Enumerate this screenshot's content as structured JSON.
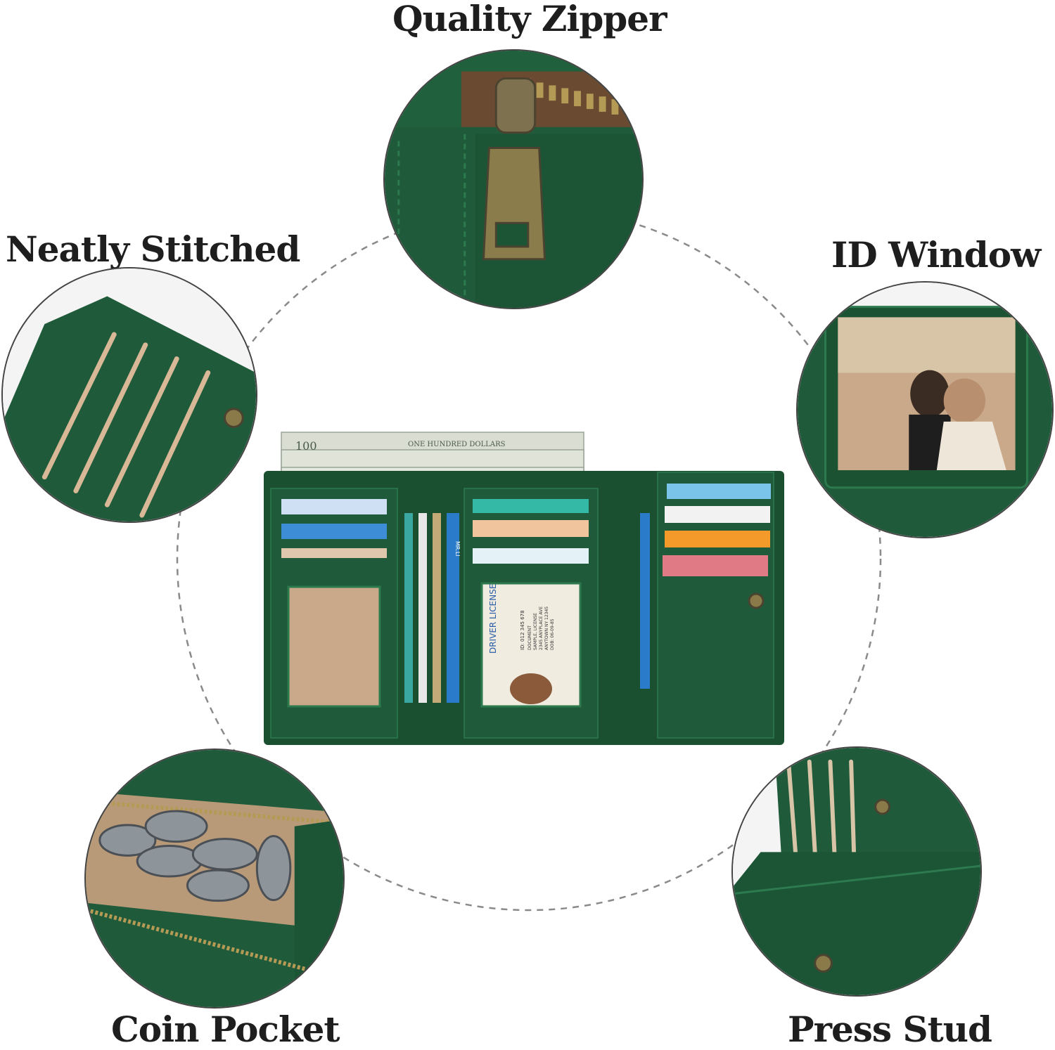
{
  "labels": {
    "top": "Quality Zipper",
    "left": "Neatly Stitched",
    "right": "ID Window",
    "bottom_left": "Coin Pocket",
    "bottom_right": "Press Stud"
  },
  "banknote_text": "ONE HUNDRED DOLLARS",
  "banknote_value": "100",
  "id_card": {
    "title": "DRIVER LICENSE",
    "lines": [
      "ID: 012 345 678",
      "DOCUMENT",
      "SAMPLE, LICENSE",
      "2345 ANYPLACE AVE",
      "ANYTOWN NY 12345",
      "DOB: 06-09-85"
    ]
  },
  "card_text": "MR.LI",
  "colors": {
    "leather": "#1f5b3a",
    "leather_dark": "#174a2e",
    "stitch": "#2c7a4e",
    "brass": "#8a7a4a",
    "lining": "#c9a98a"
  }
}
